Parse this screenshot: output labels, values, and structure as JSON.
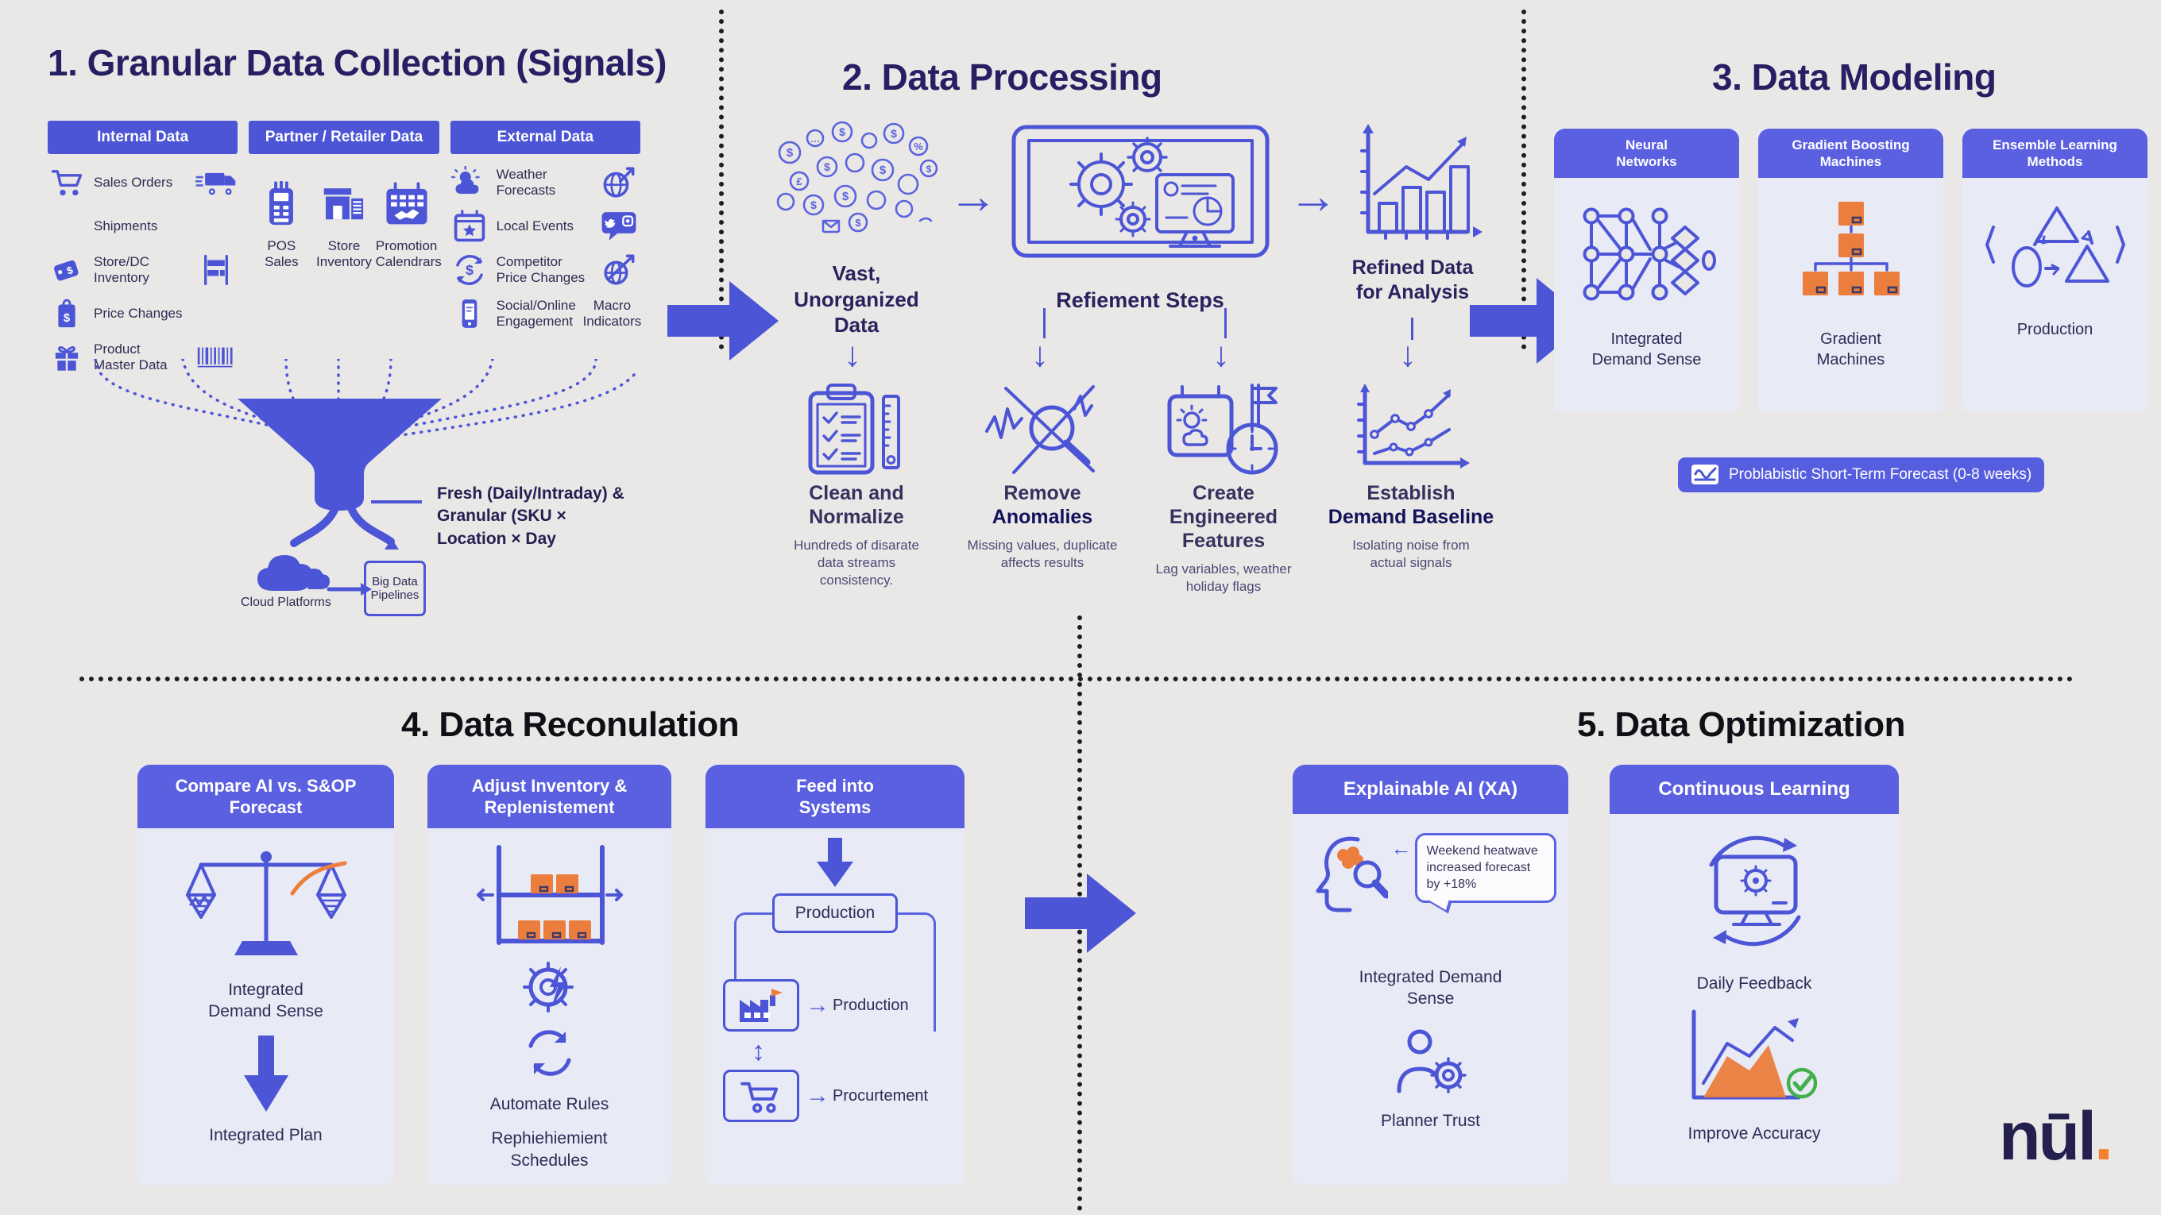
{
  "colors": {
    "accent": "#4c55d6",
    "card_header": "#5a60e0",
    "navy_title": "#261f63",
    "black_title": "#0f0f16",
    "orange": "#ec7e3d",
    "background": "#eae8e6",
    "card_body": "#e8eaf6"
  },
  "section1": {
    "title": "1. Granular Data Collection (Signals)",
    "columns": [
      {
        "header": "Internal Data",
        "items": [
          {
            "icon": "cart-icon",
            "label": "Sales Orders",
            "right_icon": "truck-icon"
          },
          {
            "icon": "",
            "label": "Shipments",
            "right_icon": ""
          },
          {
            "icon": "tag-icon",
            "label": "Store/DC\nInventory",
            "right_icon": "shelf-icon"
          },
          {
            "icon": "price-tag-icon",
            "label": "Price Changes",
            "right_icon": ""
          },
          {
            "icon": "gift-icon",
            "label": "Product\nMaster Data",
            "right_icon": "barcode-icon"
          }
        ]
      },
      {
        "header": "Partner / Retailer Data",
        "items": [
          {
            "icon": "pos-terminal-icon",
            "label": "POS\nSales"
          },
          {
            "icon": "store-icon",
            "label": "Store\nInventory"
          },
          {
            "icon": "promo-calendar-icon",
            "label": "Promotion\nCalendrars"
          }
        ]
      },
      {
        "header": "External Data",
        "items": [
          {
            "icon": "weather-icon",
            "label": "Weather\nForecasts",
            "right_icon": "globe-trend-icon"
          },
          {
            "icon": "event-calendar-icon",
            "label": "Local Events",
            "right_icon": "social-media-icon"
          },
          {
            "icon": "price-cycle-icon",
            "label": "Competitor\nPrice Changes",
            "right_icon": "globe-trend-icon"
          },
          {
            "icon": "phone-icon",
            "label": "Social/Online\nEngagement",
            "right_label": "Macro\nIndicators"
          }
        ]
      }
    ],
    "funnel_note": "Fresh (Daily/Intraday) &\nGranular (SKU ×\nLocation × Day",
    "cloud_label": "Cloud Platforms",
    "pipeline_label": "Big Data\nPipelines"
  },
  "section2": {
    "title": "2. Data Processing",
    "flow": [
      {
        "label": "Vast,\nUnorganized\nData",
        "icon": "data-cluster-icon"
      },
      {
        "label": "Refiement Steps",
        "icon": "monitor-gears-icon"
      },
      {
        "label": "Refined Data\nfor Analysis",
        "icon": "refined-chart-icon"
      }
    ],
    "steps": [
      {
        "title": "Clean and\nNormalize",
        "emph": "",
        "desc": "Hundreds of disarate\ndata streams\nconsistency.",
        "icon": "clipboard-ruler-icon"
      },
      {
        "title": "Remove",
        "emph": "Anomalies",
        "desc": "Missing values, duplicate\naffects results",
        "icon": "anomaly-magnifier-icon"
      },
      {
        "title": "Create\nEngineered\nFeatures",
        "emph": "",
        "desc": "Lag variables, weather\nholiday flags",
        "icon": "calendar-clock-flag-icon"
      },
      {
        "title": "Establish",
        "emph": "Demand Baseline",
        "desc": "Isolating noise from\nactual signals",
        "icon": "baseline-chart-icon"
      }
    ]
  },
  "section3": {
    "title": "3. Data Modeling",
    "cards": [
      {
        "header": "Neural\nNetworks",
        "label": "Integrated\nDemand Sense",
        "icon": "neural-network-icon"
      },
      {
        "header": "Gradient Boosting\nMachines",
        "label": "Gradient\nMachines",
        "icon": "gradient-tree-icon"
      },
      {
        "header": "Ensemble Learning\nMethods",
        "label": "Production",
        "icon": "ensemble-icon"
      }
    ],
    "badge": {
      "icon": "forecast-wave-icon",
      "label": "Problabistic Short-Term Forecast (0-8 weeks)"
    }
  },
  "section4": {
    "title": "4. Data Reconulation",
    "cards": [
      {
        "header": "Compare AI vs. S&OP\nForecast",
        "label1": "Integrated\nDemand Sense",
        "label2": "Integrated Plan",
        "icon": "balance-scale-icon"
      },
      {
        "header": "Adjust Inventory &\nReplenistement",
        "label1": "Automate Rules",
        "label2": "Rephiehiemient\nSchedules",
        "icons": [
          "inventory-rack-icon",
          "gear-bolt-icon",
          "cycle-icon"
        ]
      },
      {
        "header": "Feed into\nSystems",
        "box": "Production",
        "row1": "Production",
        "row2": "Procurtement",
        "icons": [
          "factory-icon",
          "cart-outline-icon"
        ]
      }
    ]
  },
  "section5": {
    "title": "5. Data Optimization",
    "cards": [
      {
        "header": "Explainable AI (XA)",
        "bubble": "Weekend heatwave\nincreased forecast\nby +18%",
        "label1": "Integrated Demand\nSense",
        "label2": "Planner Trust",
        "icons": [
          "head-ai-icon",
          "planner-gear-icon"
        ]
      },
      {
        "header": "Continuous Learning",
        "label1": "Daily Feedback",
        "label2": "Improve Accuracy",
        "icons": [
          "monitor-cycle-icon",
          "accuracy-chart-icon"
        ]
      }
    ]
  },
  "logo": {
    "text": "nūl",
    "dot": "."
  }
}
